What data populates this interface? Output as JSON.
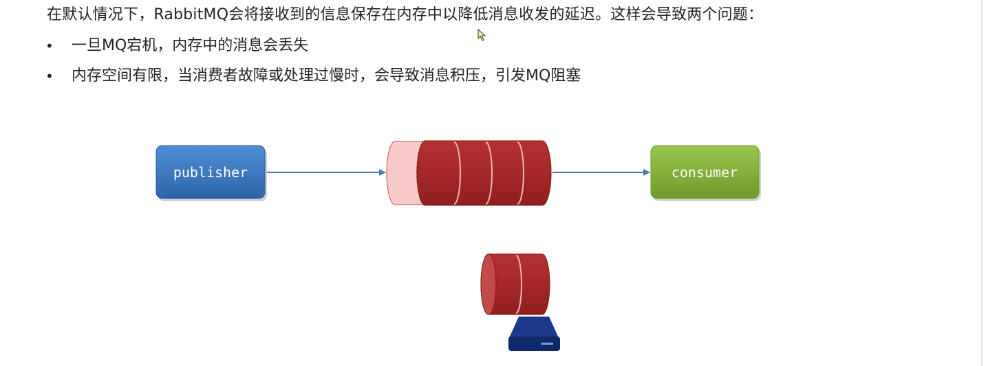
{
  "intro": "在默认情况下，RabbitMQ会将接收到的信息保存在内存中以降低消息收发的延迟。这样会导致两个问题：",
  "bullets": [
    "一旦MQ宕机，内存中的消息会丢失",
    "内存空间有限，当消费者故障或处理过慢时，会导致消息积压，引发MQ阻塞"
  ],
  "bullet_symbol": "•",
  "diagram": {
    "publisher_label": "publisher",
    "consumer_label": "consumer",
    "colors": {
      "publisher": "#3e7cc7",
      "consumer": "#84b23a",
      "message": "#a82a28",
      "message_faded": "#f7c9c9",
      "arrow": "#4a7ab8",
      "disk": "#0f2a6b"
    },
    "icons": {
      "disk": "hard-drive-icon",
      "cursor": "mouse-cursor-icon"
    }
  }
}
